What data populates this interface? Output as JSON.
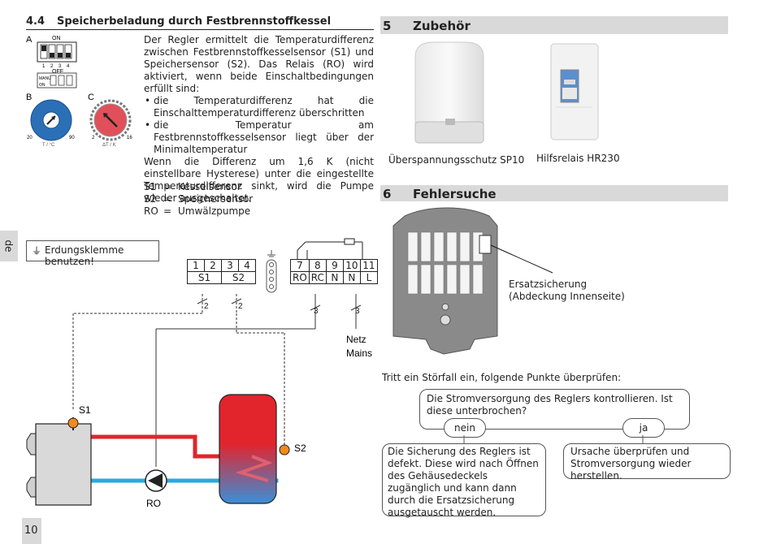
{
  "section_4_4": {
    "number": "4.4",
    "title": "Speicherbeladung durch Festbrennstoffkessel",
    "body_intro": "Der Regler ermittelt die Temperaturdifferenz zwischen Festbrennstoffkesselsensor (S1) und Speichersensor (S2). Das Relais (RO) wird aktiviert, wenn beide Einschaltbedingungen erfüllt sind:",
    "bullets": [
      "die Temperaturdifferenz hat die Einschalttemperaturdifferenz überschritten",
      "die Temperatur am Festbrennstoffkesselsensor liegt über der Minimaltemperatur"
    ],
    "body_outro": "Wenn die Differenz um 1,6 K (nicht einstellbare Hysterese) unter die eingestellte Temperaturdifferenz sinkt, wird die Pumpe wieder ausgeschaltet.",
    "legend": [
      {
        "code": "S1",
        "eq": "=",
        "desc": "Kesselsensor"
      },
      {
        "code": "S2",
        "eq": "=",
        "desc": "Speichersensor"
      },
      {
        "code": "RO",
        "eq": "=",
        "desc": "Umwälzpumpe"
      }
    ],
    "fig_labels": {
      "a": "A",
      "b": "B",
      "c": "C",
      "on": "ON",
      "off": "OFF",
      "dip_nums": [
        "1",
        "2",
        "3",
        "4"
      ],
      "manu": "MANU",
      "on_small": "ON",
      "t_unit": "T / °C",
      "dt_unit": "ΔT / K",
      "t_min": "20",
      "t_max": "90",
      "dt_min": "2",
      "dt_max": "16"
    }
  },
  "wiring": {
    "earth_note": "Erdungsklemme benutzen!",
    "terminals_left": [
      "1",
      "2",
      "3",
      "4"
    ],
    "terminals_left_labels": [
      "S1",
      "S2"
    ],
    "terminals_right": [
      "7",
      "8",
      "9",
      "10",
      "11"
    ],
    "terminals_right_labels": [
      "RO",
      "RC",
      "N",
      "N",
      "L"
    ],
    "wire_counts": [
      "2",
      "2",
      "3",
      "3"
    ],
    "mains_de": "Netz",
    "mains_en": "Mains",
    "sensor_s1": "S1",
    "sensor_s2": "S2",
    "pump_label": "RO"
  },
  "section_5": {
    "number": "5",
    "title": "Zubehör",
    "items": [
      {
        "label": "Überspannungsschutz SP10"
      },
      {
        "label": "Hilfsrelais HR230"
      }
    ]
  },
  "section_6": {
    "number": "6",
    "title": "Fehlersuche",
    "fuse_label_1": "Ersatzsicherung",
    "fuse_label_2": "(Abdeckung Innenseite)",
    "intro": "Tritt ein Störfall ein, folgende Punkte überprüfen:",
    "question": "Die Stromversorgung des Reglers kontrollieren. Ist diese unterbrochen?",
    "no_label": "nein",
    "yes_label": "ja",
    "no_answer": "Die Sicherung des Reglers ist defekt. Diese wird nach Öffnen des Gehäusedeckels zugänglich und kann dann durch die Ersatzsicherung ausgetauscht werden.",
    "yes_answer": "Ursache überprüfen und Stromversorgung wieder herstellen."
  },
  "footer": {
    "page_number": "10",
    "lang_tab": "de"
  },
  "colors": {
    "hot": "#e2242c",
    "cold": "#29a9e0",
    "blue_knob": "#2b6fb6",
    "red_knob": "#e0505a",
    "sensor": "#f28a1e",
    "bar_gray": "#d9d9d9"
  }
}
